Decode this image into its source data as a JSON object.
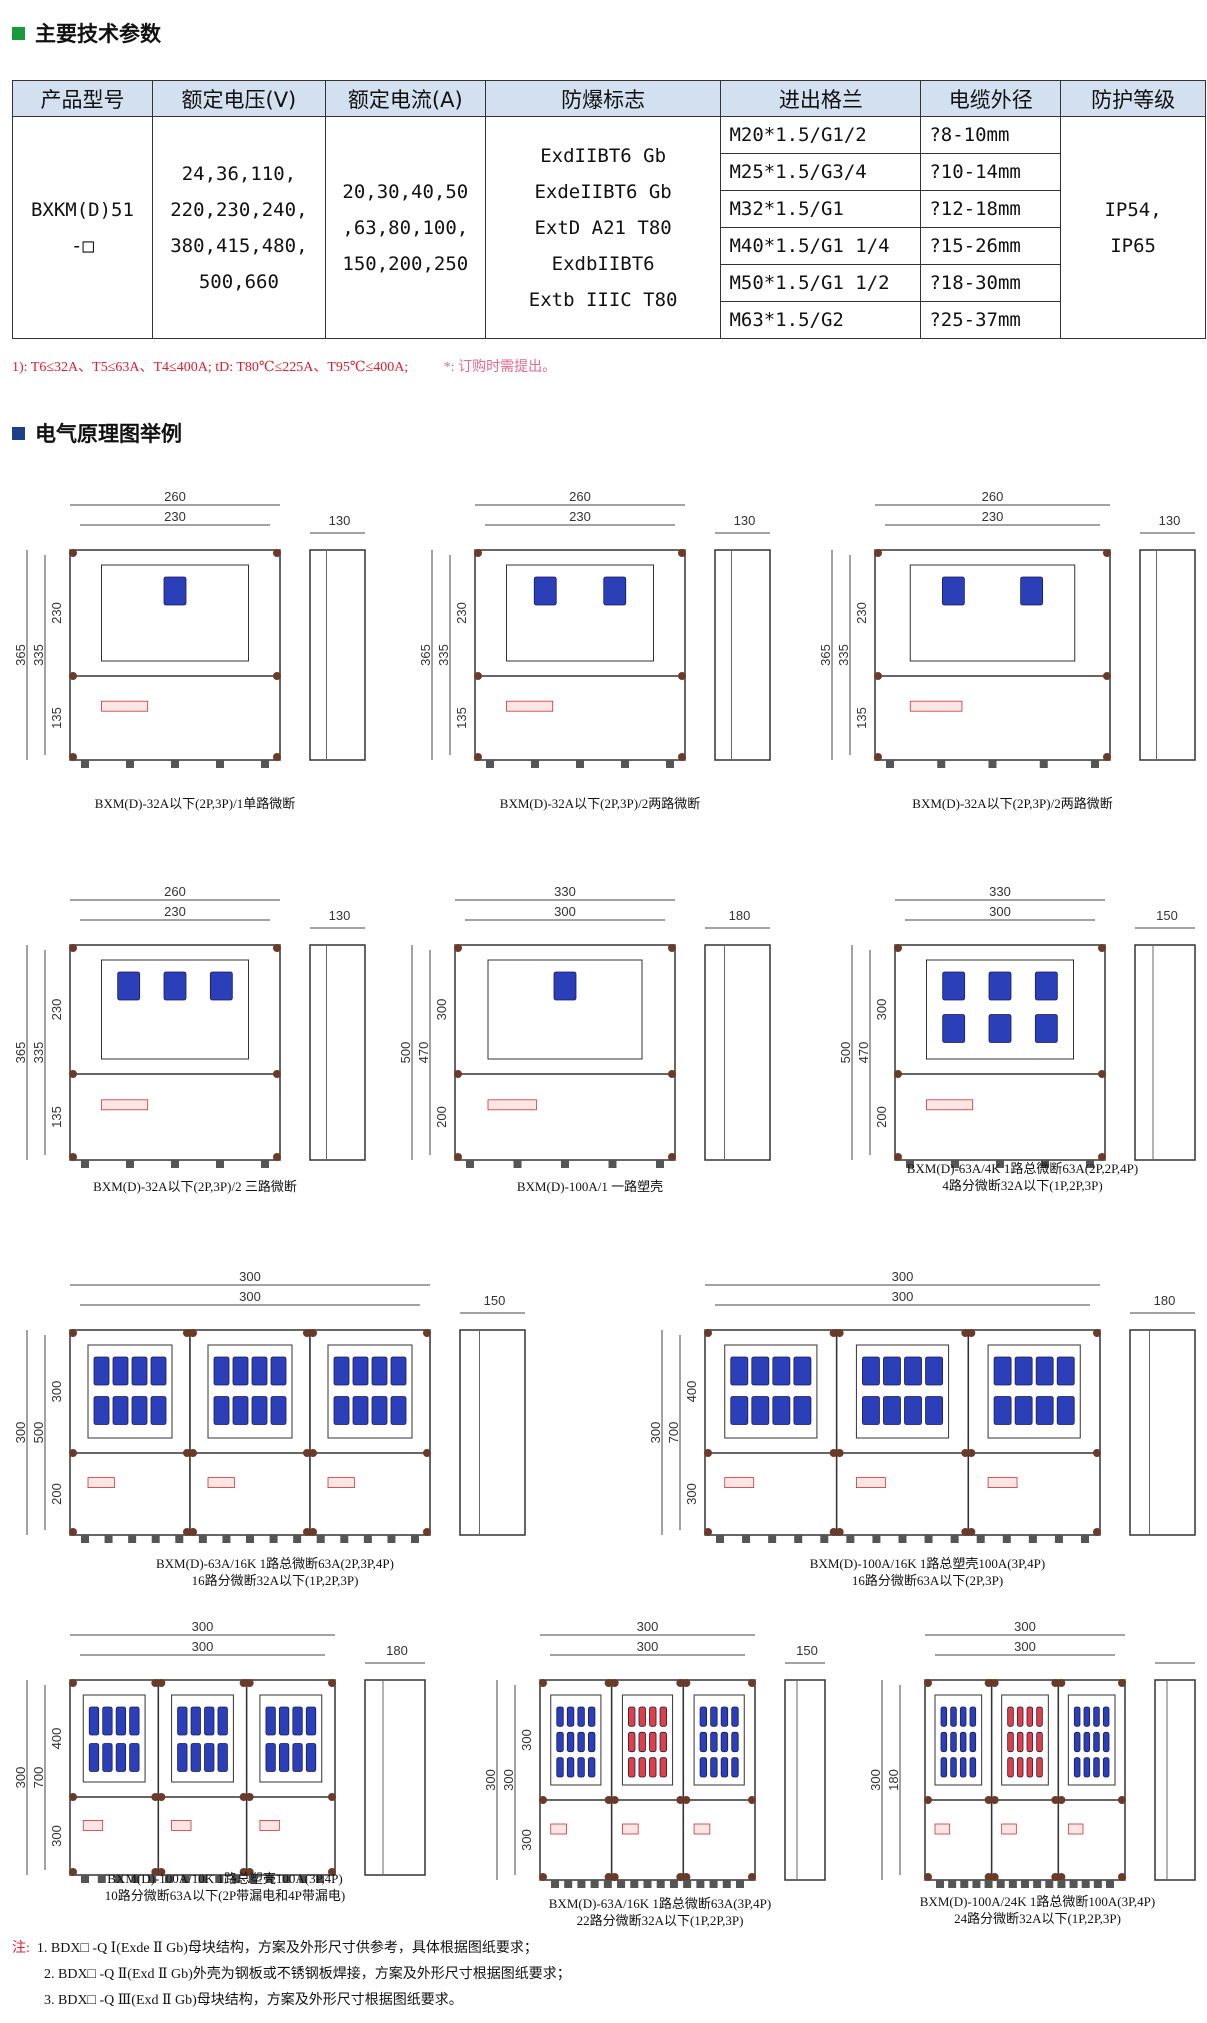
{
  "section1": {
    "title": "主要技术参数",
    "color": "#1a9a3c"
  },
  "spec_table": {
    "headers": [
      "产品型号",
      "额定电压(V)",
      "额定电流(A)",
      "防爆标志",
      "进出格兰",
      "电缆外径",
      "防护等级"
    ],
    "model": "BXKM(D)51\n-□",
    "voltage": "24,36,110,\n220,230,240,\n380,415,480,\n500,660",
    "current": "20,30,40,50\n,63,80,100,\n150,200,250",
    "marking": "ExdIIBT6 Gb\nExdeIIBT6 Gb\nExtD A21 T80\nExdbIIBT6\nExtb IIIC T80",
    "glands": [
      {
        "gland": "M20*1.5/G1/2",
        "cable": "?8-10mm"
      },
      {
        "gland": "M25*1.5/G3/4",
        "cable": "?10-14mm"
      },
      {
        "gland": "M32*1.5/G1",
        "cable": "?12-18mm"
      },
      {
        "gland": "M40*1.5/G1 1/4",
        "cable": "?15-26mm"
      },
      {
        "gland": "M50*1.5/G1 1/2",
        "cable": "?18-30mm"
      },
      {
        "gland": "M63*1.5/G2",
        "cable": "?25-37mm"
      }
    ],
    "protection": "IP54,\nIP65"
  },
  "footnote": {
    "part1": "1): T6≤32A、T5≤63A、T4≤400A;  tD: T80℃≤225A、T95℃≤400A;",
    "part2": "*: 订购时需提出。"
  },
  "section2": {
    "title": "电气原理图举例",
    "color": "#1c3f8a"
  },
  "diagrams": [
    {
      "caption": "BXM(D)-32A以下(2P,3P)/1单路微断",
      "dims": [
        "260",
        "230",
        "365",
        "335",
        "230",
        "135",
        "130"
      ]
    },
    {
      "caption": "BXM(D)-32A以下(2P,3P)/2两路微断",
      "dims": [
        "260",
        "230",
        "365",
        "335",
        "230",
        "135",
        "130"
      ]
    },
    {
      "caption": "BXM(D)-32A以下(2P,3P)/2两路微断",
      "dims": [
        "260",
        "230",
        "365",
        "335",
        "230",
        "135",
        "130"
      ]
    },
    {
      "caption": "BXM(D)-32A以下(2P,3P)/2 三路微断",
      "dims": [
        "260",
        "230",
        "365",
        "335",
        "230",
        "135",
        "130"
      ]
    },
    {
      "caption": "BXM(D)-100A/1 一路塑壳",
      "dims": [
        "330",
        "300",
        "500",
        "470",
        "300",
        "200",
        "180"
      ]
    },
    {
      "caption": "BXM(D)-63A/4K 1路总微断63A(2P,2P,4P)\n4路分微断32A以下(1P,2P,3P)",
      "dims": [
        "330",
        "300",
        "500",
        "470",
        "300",
        "200",
        "150"
      ]
    },
    {
      "caption": "BXM(D)-63A/16K 1路总微断63A(2P,3P,4P)\n16路分微断32A以下(1P,2P,3P)",
      "dims": [
        "300",
        "300",
        "300",
        "500",
        "300",
        "200",
        "150"
      ]
    },
    {
      "caption": "BXM(D)-100A/16K 1路总塑壳100A(3P,4P)\n16路分微断63A以下(2P,3P)",
      "dims": [
        "300",
        "300",
        "300",
        "700",
        "400",
        "300",
        "180"
      ]
    },
    {
      "caption": "BXM(D)-100A/10K 1路总塑壳100A(3P,4P)\n10路分微断63A以下(2P带漏电和4P带漏电)",
      "dims": [
        "300",
        "300",
        "300",
        "700",
        "400",
        "300",
        "180"
      ]
    },
    {
      "caption": "BXM(D)-63A/16K 1路总微断63A(3P,4P)\n22路分微断32A以下(1P,2P,3P)",
      "dims": [
        "300",
        "300",
        "300",
        "300",
        "300",
        "300",
        "150"
      ]
    },
    {
      "caption": "BXM(D)-100A/24K 1路总微断100A(3P,4P)\n24路分微断32A以下(1P,2P,3P)",
      "dims": [
        "300",
        "300",
        "300",
        "180"
      ]
    }
  ],
  "notes": {
    "label": "注:",
    "lines": [
      "1. BDX□ -Q Ⅰ(Exde Ⅱ Gb)母块结构，方案及外形尺寸供参考，具体根据图纸要求；",
      "2. BDX□ -Q Ⅱ(Exd Ⅱ Gb)外壳为钢板或不锈钢板焊接，方案及外形尺寸根据图纸要求；",
      "3. BDX□ -Q Ⅲ(Exd Ⅱ Gb)母块结构，方案及外形尺寸根据图纸要求。"
    ]
  }
}
